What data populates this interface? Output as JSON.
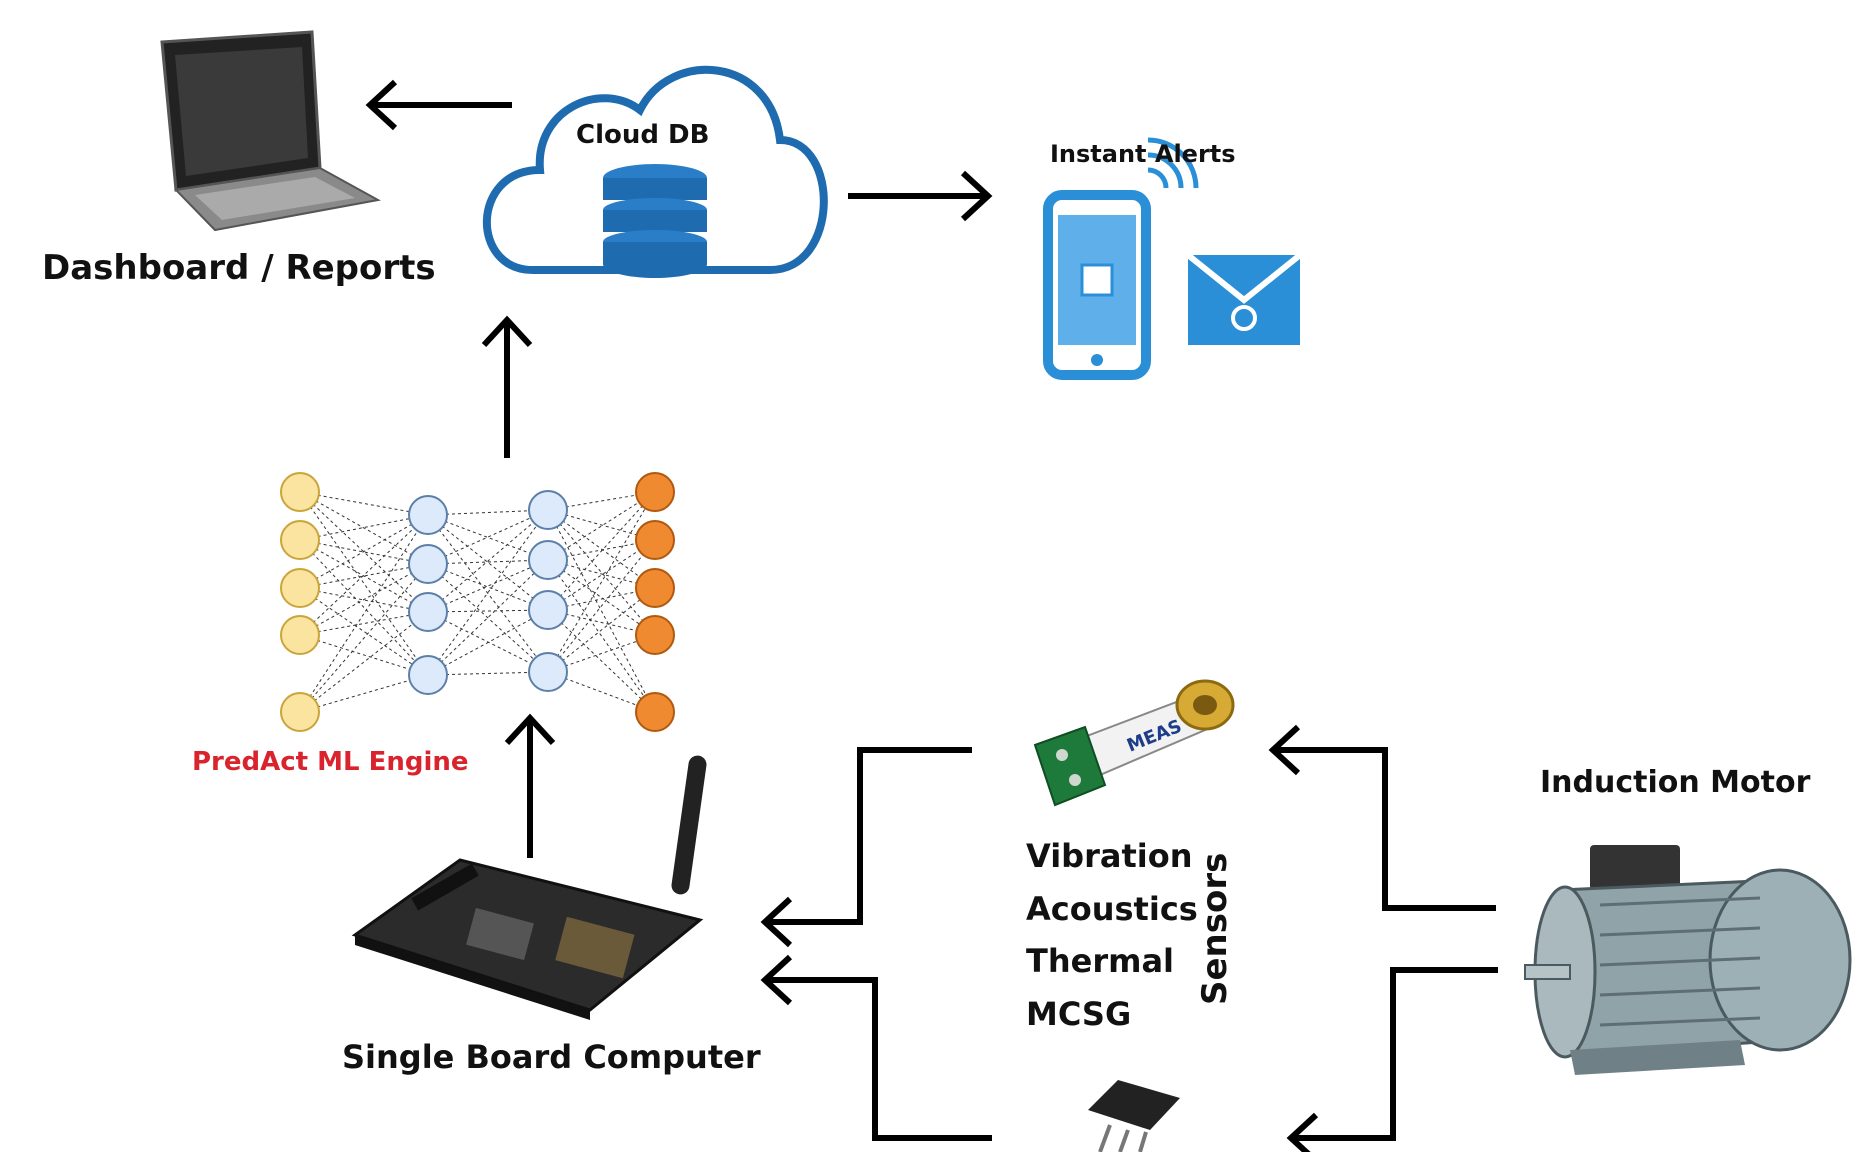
{
  "labels": {
    "dashboard": "Dashboard / Reports",
    "cloud_db": "Cloud DB",
    "instant_alerts": "Instant Alerts",
    "ml_engine": "PredAct ML Engine",
    "single_board_computer": "Single Board Computer",
    "induction_motor": "Induction Motor",
    "sensors": "Sensors"
  },
  "sensor_types": [
    "Vibration",
    "Acoustics",
    "Thermal",
    "MCSG"
  ],
  "sensor_probe_text": "MEAS",
  "icons": [
    "laptop-icon",
    "cloud-database-icon",
    "smartphone-alert-icon",
    "email-icon",
    "neural-network-icon",
    "single-board-computer-icon",
    "vibration-sensor-icon",
    "temperature-sensor-icon",
    "induction-motor-icon"
  ],
  "colors": {
    "cloud_blue": "#1e6bb0",
    "phone_blue": "#2a8fd6",
    "input_node": "#fbe3a0",
    "hidden_node": "#dceafb",
    "output_node": "#f08a30",
    "engine_label": "#d9232d",
    "arrow": "#000000"
  }
}
